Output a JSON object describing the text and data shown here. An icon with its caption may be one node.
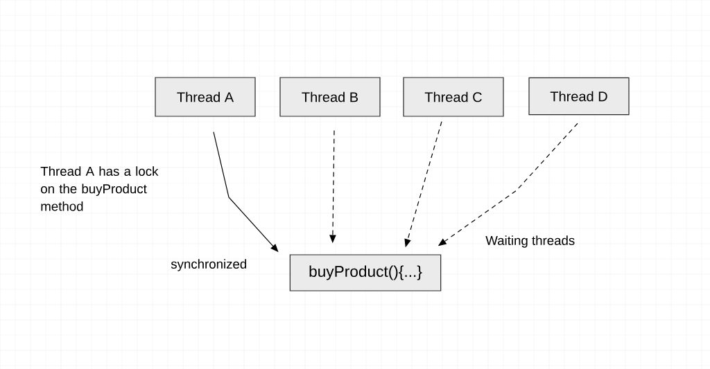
{
  "diagram": {
    "nodes": [
      {
        "text": [
          "Thread A"
        ]
      },
      {
        "text": [
          "Thread B"
        ]
      },
      {
        "text": [
          "Thread C"
        ]
      },
      {
        "text": [
          "Thread D"
        ]
      },
      {
        "text": [
          "buyProduct(){...}"
        ]
      }
    ],
    "edges": [
      {
        "from": 0,
        "to": 4,
        "arrow": "to"
      },
      {
        "from": 1,
        "to": 4,
        "arrow": "to",
        "style": "dashed"
      },
      {
        "from": 2,
        "to": 4,
        "arrow": "to",
        "style": "dashed"
      },
      {
        "from": 3,
        "to": 4,
        "arrow": "to",
        "style": "dashed"
      }
    ],
    "labels": [
      "Thread A has a lock on the buyProduct method",
      "synchronized",
      "Waiting threads"
    ]
  }
}
